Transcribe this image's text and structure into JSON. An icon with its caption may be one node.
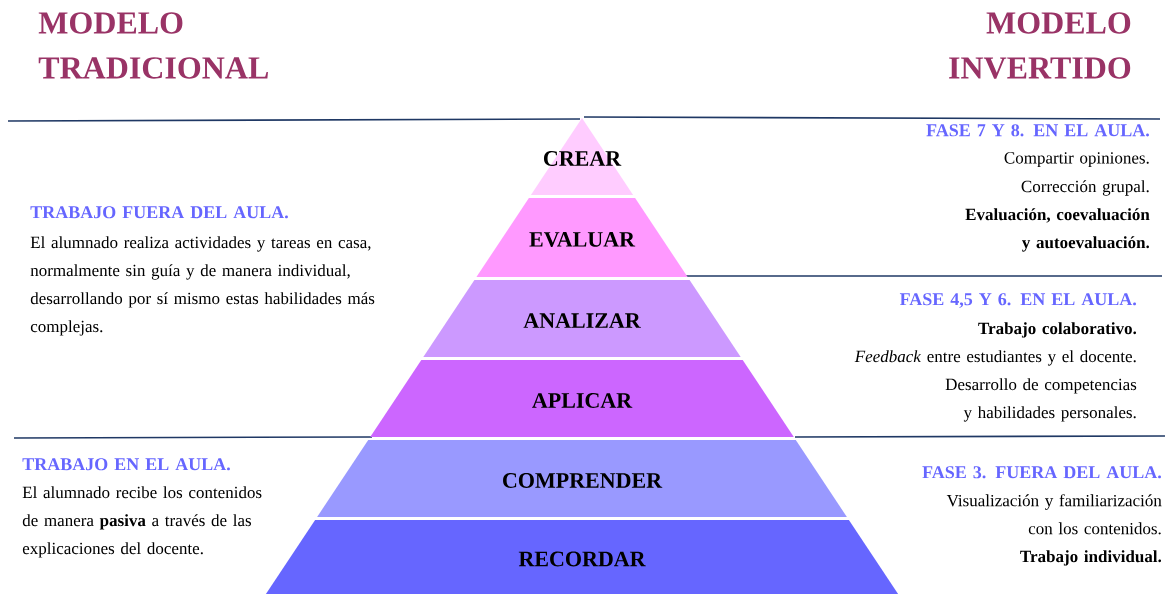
{
  "diagram": {
    "nodes": [
      {
        "text": [
          "CREAR"
        ]
      },
      {
        "text": [
          "EVALUAR"
        ]
      },
      {
        "text": [
          "ANALIZAR"
        ]
      },
      {
        "text": [
          "APLICAR"
        ]
      },
      {
        "text": [
          "COMPRENDER"
        ]
      },
      {
        "text": [
          "RECORDAR"
        ]
      }
    ],
    "labels": [
      "MODELO TRADICIONAL",
      "MODELO INVERTIDO",
      "FASE 7 Y 8. EN EL AULA.",
      "Compartir opiniones.",
      "Corrección grupal.",
      "Evaluación, coevaluación y autoevaluación.",
      "TRABAJO FUERA DEL AULA.",
      "El alumnado realiza actividades y tareas en casa, normalmente sin guía y de manera individual, desarrollando por sí mismo estas habilidades más complejas.",
      "FASE 4,5 Y 6. EN EL AULA.",
      "Trabajo colaborativo.",
      "*Feedback* entre estudiantes y el docente.",
      "Desarrollo de competencias y habilidades personales.",
      "TRABAJO EN EL AULA.",
      "El alumnado recibe los contenidos de manera **pasiva** a través de las explicaciones del docente.",
      "FASE 3. FUERA DEL AULA.",
      "Visualización y familiarización con los contenidos.",
      "Trabajo individual."
    ]
  }
}
